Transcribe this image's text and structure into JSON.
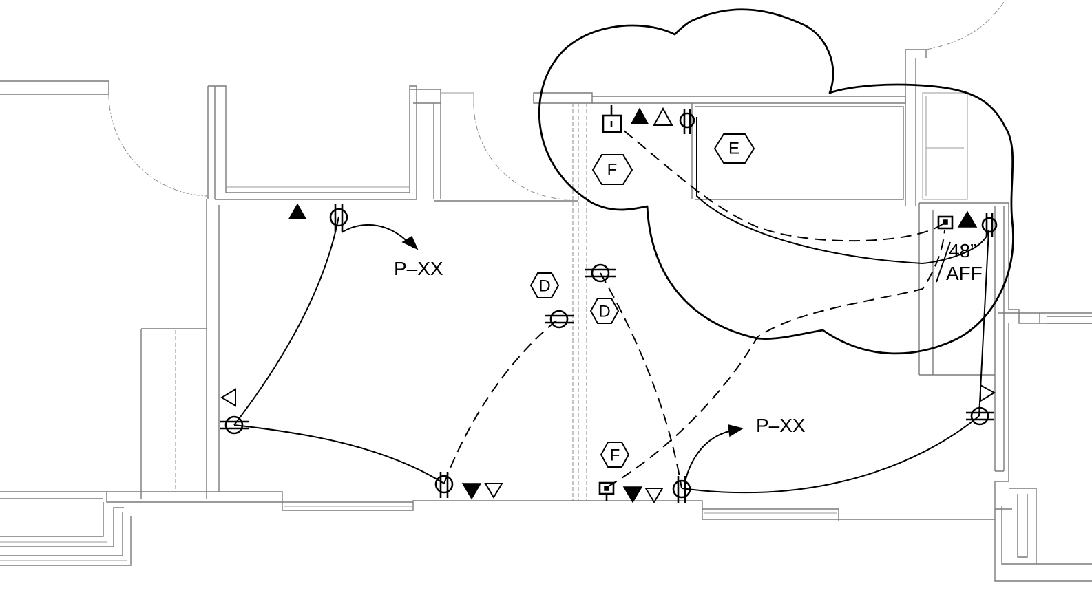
{
  "panel_labels": [
    "P–XX",
    "P–XX"
  ],
  "keyed_notes": {
    "d1": "D",
    "d2": "D",
    "f1": "F",
    "f_cloud": "F",
    "e_cloud": "E"
  },
  "mounting_height": "48”",
  "mounting_ref": "AFF"
}
